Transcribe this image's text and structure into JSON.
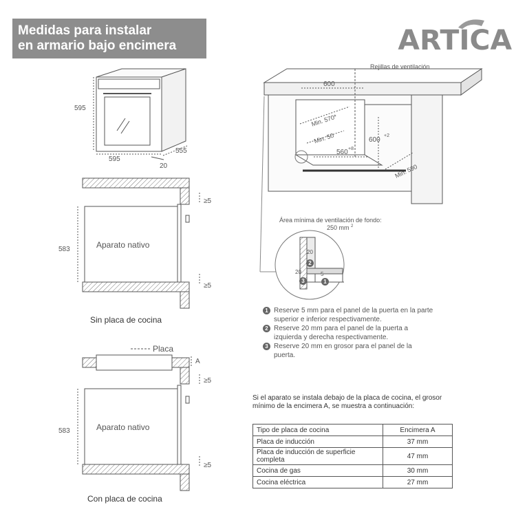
{
  "header": {
    "title_line1": "Medidas para instalar",
    "title_line2": "en armario bajo encimera"
  },
  "brand": {
    "logo_text": "ARTICA"
  },
  "oven_dims": {
    "height": "595",
    "width": "595",
    "depth": "555",
    "door": "20"
  },
  "diagram_top": {
    "clearance_top": "≥5",
    "clearance_bottom": "≥5",
    "height": "583",
    "appliance_label": "Aparato nativo",
    "caption": "Sin placa de cocina"
  },
  "diagram_bottom": {
    "hob_label": "Placa",
    "a_label": "A",
    "clearance_top": "≥5",
    "clearance_bottom": "≥5",
    "height": "583",
    "appliance_label": "Aparato nativo",
    "caption": "Con placa de cocina"
  },
  "cabinet": {
    "vent_label": "Rejillas de ventilación",
    "w600": "600",
    "min570": "Min. 570*",
    "min50": "Min. 50",
    "h600": "600",
    "h600_tol": "+2",
    "w560": "560",
    "w560_tol": "+8",
    "min590": "Min. 590",
    "area_label": "Área mínima de ventilación de fondo:",
    "area_value": "250 mm",
    "area_sup": "2"
  },
  "detail": {
    "d20a": "20",
    "d20b": "20",
    "d5": "5",
    "m1": "1",
    "m2": "2",
    "m3": "3"
  },
  "notes": [
    {
      "num": "1",
      "text": "Reserve 5 mm para el panel de la puerta en la parte superior e inferior respectivamente."
    },
    {
      "num": "2",
      "text": "Reserve 20 mm para el panel de la puerta a izquierda y derecha respectivamente."
    },
    {
      "num": "3",
      "text": "Reserve 20 mm en grosor para el panel de la puerta."
    }
  ],
  "table": {
    "intro": "Si el aparato se instala debajo de la placa de cocina, el grosor mínimo de la encimera A, se muestra a continuación:",
    "headers": [
      "Tipo de placa de cocina",
      "Encimera A"
    ],
    "rows": [
      [
        "Placa de inducción",
        "37 mm"
      ],
      [
        "Placa de inducción de superficie completa",
        "47 mm"
      ],
      [
        "Cocina de gas",
        "30 mm"
      ],
      [
        "Cocina eléctrica",
        "27 mm"
      ]
    ]
  }
}
